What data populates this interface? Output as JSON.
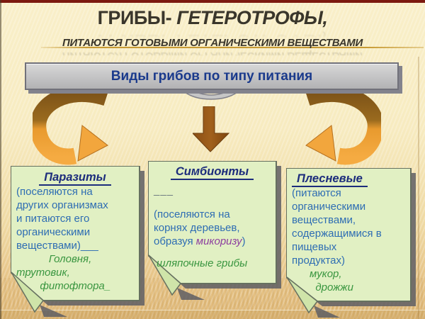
{
  "slide": {
    "title_part1": "ГРИБЫ- ",
    "title_part2": "ГЕТЕРОТРОФЫ,",
    "subtitle": "ПИТАЮТСЯ ГОТОВЫМИ ОРГАНИЧЕСКИМИ ВЕЩЕСТВАМИ",
    "header_box_label": "Виды грибов по типу питания"
  },
  "notes": [
    {
      "title": "Паразиты",
      "body": "(поселяются на\nдругих организмах\nи питаются его\nорганическими\nвеществами)___",
      "examples": "           Головня,\nтрутовик,\n        фитофтора_"
    },
    {
      "title": "Симбионты",
      "dash": "___",
      "body_pre": "(поселяются на\nкорнях деревьев,\nобразуя ",
      "term": "микоризу",
      "body_post": ")",
      "examples": " шляпочные грибы"
    },
    {
      "title": "Плесневые",
      "body": "(питаются\nорганическими\nвеществами,\nсодержащимися в\nпищевых\nпродуктах)",
      "examples": "      мукор,\n        дрожжи"
    }
  ],
  "icons": {
    "left": "curved-swoosh-arrow-down-right",
    "center": "straight-arrow-down",
    "right": "curved-swoosh-arrow-down-left"
  },
  "colors": {
    "top_border_maroon": "#7c190f",
    "background_cream": "#f9efc9",
    "background_tan": "#e0b979",
    "header_box_gray": "#c2c2c4",
    "header_text_navy": "#1a3a8c",
    "note_fill_green": "#e1f0c3",
    "note_title_navy": "#1c2c7c",
    "note_body_blue": "#2e6db3",
    "examples_green": "#3a9640",
    "term_purple": "#8d3f9f",
    "arrow_orange": "#f2a63d",
    "arrow_brown": "#9a5a18"
  }
}
